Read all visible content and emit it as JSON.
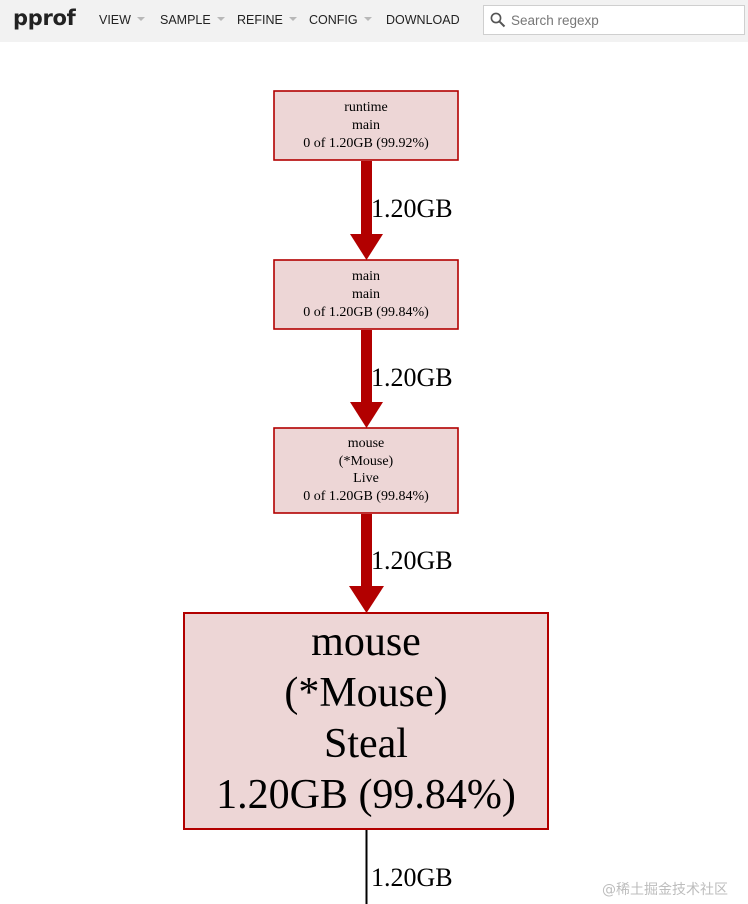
{
  "app": {
    "title": "pprof"
  },
  "menu": [
    {
      "label": "VIEW",
      "dropdown": true
    },
    {
      "label": "SAMPLE",
      "dropdown": true
    },
    {
      "label": "REFINE",
      "dropdown": true
    },
    {
      "label": "CONFIG",
      "dropdown": true
    },
    {
      "label": "DOWNLOAD",
      "dropdown": false
    }
  ],
  "search": {
    "placeholder": "Search regexp",
    "value": "",
    "icon": "search-icon"
  },
  "graph": {
    "colors": {
      "node_fill": "#edd6d6",
      "node_border": "#b20000",
      "edge": "#b20000",
      "tail_edge": "#000000"
    },
    "nodes": [
      {
        "id": "runtime-main",
        "lines": [
          "runtime",
          "main",
          "0 of 1.20GB (99.92%)"
        ]
      },
      {
        "id": "main-main",
        "lines": [
          "main",
          "main",
          "0 of 1.20GB (99.84%)"
        ]
      },
      {
        "id": "mouse-live",
        "lines": [
          "mouse",
          "(*Mouse)",
          "Live",
          "0 of 1.20GB (99.84%)"
        ]
      },
      {
        "id": "mouse-steal",
        "lines": [
          "mouse",
          "(*Mouse)",
          "Steal",
          "1.20GB (99.84%)"
        ]
      }
    ],
    "edges": [
      {
        "from": "runtime-main",
        "to": "main-main",
        "label": "1.20GB"
      },
      {
        "from": "main-main",
        "to": "mouse-live",
        "label": "1.20GB"
      },
      {
        "from": "mouse-live",
        "to": "mouse-steal",
        "label": "1.20GB"
      },
      {
        "from": "mouse-steal",
        "to": "",
        "label": "1.20GB"
      }
    ]
  },
  "watermark": "@稀土掘金技术社区"
}
